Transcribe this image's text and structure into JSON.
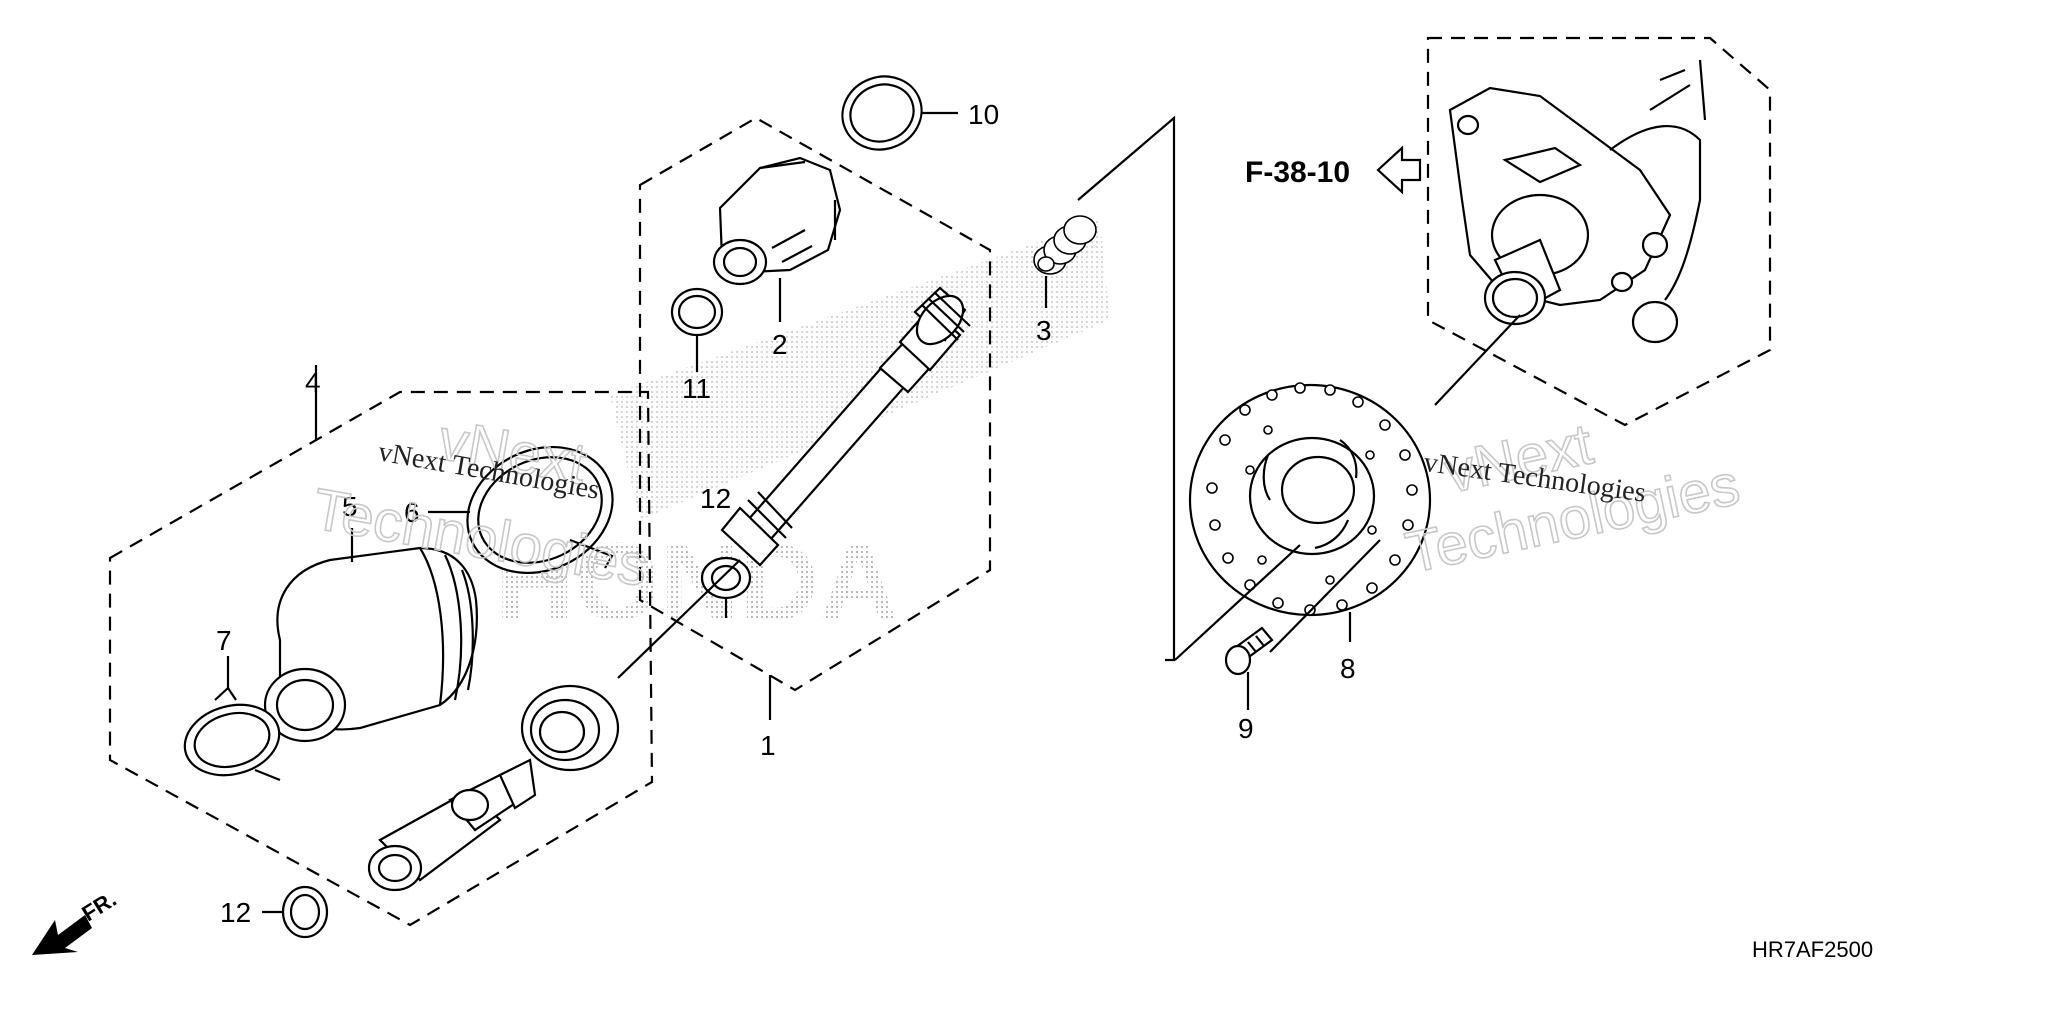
{
  "callouts": {
    "c1": "1",
    "c2": "2",
    "c3": "3",
    "c4": "4",
    "c5": "5",
    "c6": "6",
    "c7": "7",
    "c8": "8",
    "c9": "9",
    "c10": "10",
    "c11": "11",
    "c12a": "12",
    "c12b": "12"
  },
  "reference": "F-38-10",
  "diagram_code": "HR7AF2500",
  "front_label": "FR.",
  "watermark": {
    "line1": "vNext Technologies",
    "line2": "vNext",
    "line3": "Technologies"
  },
  "brand_mark": "HONDA"
}
